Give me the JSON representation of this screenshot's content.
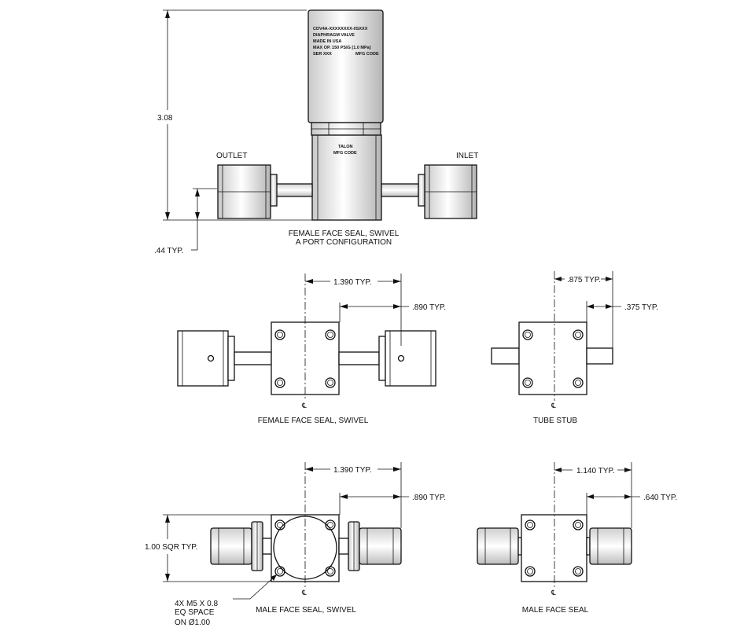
{
  "dimensions": {
    "overall_height": "3.08",
    "port_height": ".44 TYP.",
    "female_swivel_span": "1.390 TYP.",
    "female_swivel_offset": ".890 TYP.",
    "tube_stub_span": ".875 TYP.",
    "tube_stub_offset": ".375 TYP.",
    "male_swivel_span": "1.390 TYP.",
    "male_swivel_offset": ".890 TYP.",
    "body_square": "1.00 SQR TYP.",
    "male_span": "1.140 TYP.",
    "male_offset": ".640 TYP."
  },
  "labels": {
    "outlet": "OUTLET",
    "inlet": "INLET",
    "front_caption_line1": "FEMALE FACE SEAL, SWIVEL",
    "front_caption_line2": "A PORT CONFIGURATION",
    "female_swivel_caption": "FEMALE FACE SEAL, SWIVEL",
    "tube_stub_caption": "TUBE STUB",
    "male_swivel_caption": "MALE FACE SEAL, SWIVEL",
    "male_caption": "MALE FACE SEAL",
    "centerline_symbol": "℄"
  },
  "bolt_note": {
    "line1": "4X M5 X 0.8",
    "line2": "EQ SPACE",
    "line3": "ON Ø1.00"
  },
  "actuator_label": {
    "line1": "CDV4A-XXXXXXXX-0SXXX",
    "line2": "DIAPHRAGM VALVE",
    "line3": "MADE IN USA",
    "line4": "MAX OP. 150 PSIG [1.0 MPa]",
    "line5": "SER XXX",
    "line6": "MFG CODE"
  },
  "body_label": {
    "line1": "TALON",
    "line2": "MFG CODE"
  },
  "colors": {
    "line": "#111111",
    "background": "#ffffff"
  }
}
